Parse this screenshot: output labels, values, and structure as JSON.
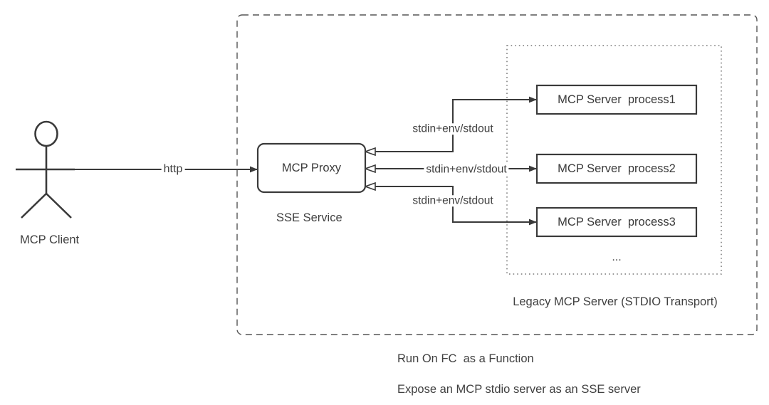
{
  "diagram": {
    "title_caption_1": "Run On FC  as a Function",
    "title_caption_2": "Expose an MCP stdio server as an SSE server",
    "colors": {
      "stroke": "#3a3a3a",
      "text": "#404040",
      "dashed_border": "#555555",
      "dotted_border": "#777777",
      "background": "#ffffff"
    }
  },
  "client": {
    "label": "MCP Client",
    "icon": "actor-stick-figure"
  },
  "connections": {
    "http": "http",
    "stdio_top": "stdin+env/stdout",
    "stdio_middle": "stdin+env/stdout",
    "stdio_bottom": "stdin+env/stdout"
  },
  "proxy": {
    "box_label": "MCP Proxy",
    "caption": "SSE Service"
  },
  "legacy_group": {
    "caption": "Legacy MCP Server (STDIO Transport)",
    "ellipsis": "...",
    "servers": [
      {
        "label": "MCP Server  process1"
      },
      {
        "label": "MCP Server  process2"
      },
      {
        "label": "MCP Server  process3"
      }
    ]
  }
}
